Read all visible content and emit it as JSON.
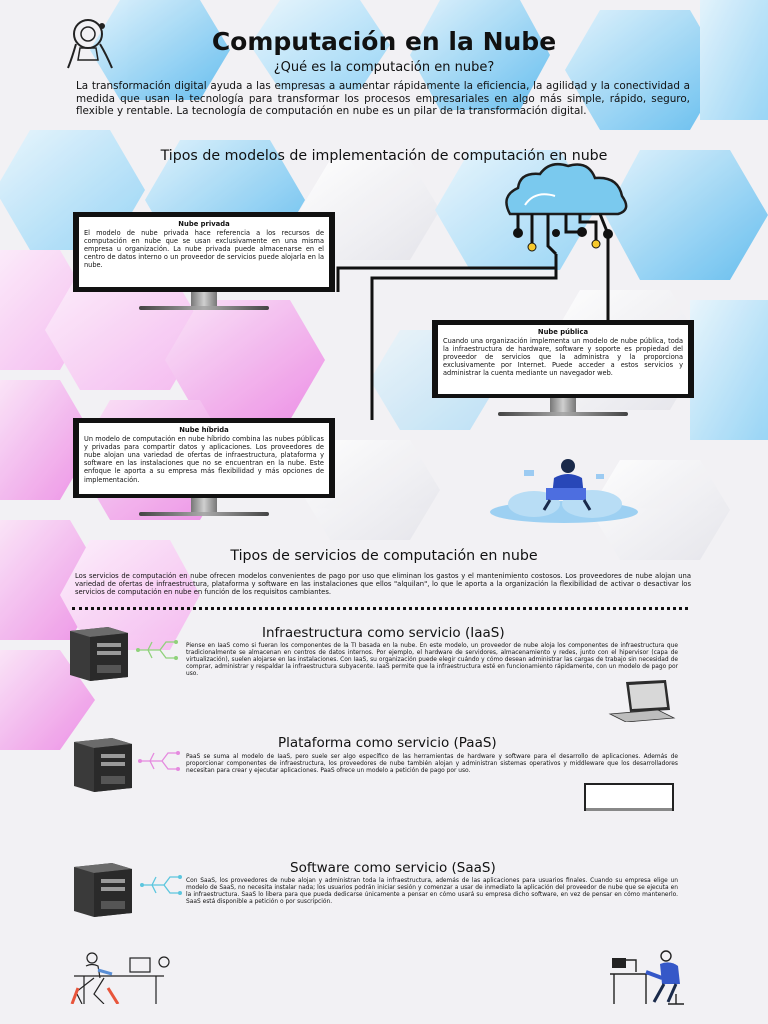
{
  "header": {
    "title": "Computación en la Nube",
    "subtitle": "¿Qué es la computación en nube?",
    "intro": "La transformación digital ayuda a las empresas a aumentar rápidamente la eficiencia, la agilidad y la conectividad a medida que usan la tecnología para transformar los procesos empresariales en algo más simple, rápido, seguro, flexible y rentable. La tecnología de computación en nube es un pilar de la transformación digital."
  },
  "deployment": {
    "heading": "Tipos de modelos de implementación de computación en nube",
    "private": {
      "title": "Nube privada",
      "text": "El modelo de nube privada hace referencia a los recursos de computación en nube que se usan exclusivamente en una misma empresa u organización. La nube privada puede almacenarse en el centro de datos interno o un proveedor de servicios puede alojarla en la nube."
    },
    "public": {
      "title": "Nube pública",
      "text": "Cuando una organización implementa un modelo de nube pública, toda la infraestructura de hardware, software y soporte es propiedad del proveedor de servicios que la administra y la proporciona exclusivamente por Internet. Puede acceder a estos servicios y administrar la cuenta mediante un navegador web."
    },
    "hybrid": {
      "title": "Nube híbrida",
      "text": "Un modelo de computación en nube híbrido combina las nubes públicas y privadas para compartir datos y aplicaciones. Los proveedores de nube alojan una variedad de ofertas de infraestructura, plataforma y software en las instalaciones que no se encuentran en la nube. Este enfoque le aporta a su empresa más flexibilidad y más opciones de implementación."
    }
  },
  "services": {
    "heading": "Tipos de servicios de computación en nube",
    "intro": "Los servicios de computación en nube ofrecen modelos convenientes de pago por uso que eliminan los gastos y el mantenimiento costosos. Los proveedores de nube alojan una variedad de ofertas de infraestructura, plataforma y software en las instalaciones que ellos \"alquilan\", lo que le aporta a la organización la flexibilidad de activar o desactivar los servicios de computación en nube en función de los requisitos cambiantes.",
    "iaas": {
      "title": "Infraestructura como servicio (IaaS)",
      "text": "Piense en IaaS como si fueran los componentes de la TI basada en la nube. En este modelo, un proveedor de nube aloja los componentes de infraestructura que tradicionalmente se almacenan en centros de datos internos. Por ejemplo, el hardware de servidores, almacenamiento y redes, junto con el hipervisor (capa de virtualización), suelen alojarse en las instalaciones. Con IaaS, su organización puede elegir cuándo y cómo desean administrar las cargas de trabajo sin necesidad de comprar, administrar y respaldar la infraestructura subyacente. IaaS permite que la infraestructura esté en funcionamiento rápidamente, con un modelo de pago por uso."
    },
    "paas": {
      "title": "Plataforma como servicio (PaaS)",
      "text": "PaaS se suma al modelo de IaaS, pero suele ser algo específico de las herramientas de hardware y software para el desarrollo de aplicaciones. Además de proporcionar componentes de infraestructura, los proveedores de nube también alojan y administran sistemas operativos y middleware que los desarrolladores necesitan para crear y ejecutar aplicaciones. PaaS ofrece un modelo a petición de pago por uso."
    },
    "saas": {
      "title": "Software como servicio (SaaS)",
      "text": "Con SaaS, los proveedores de nube alojan y administran toda la infraestructura, además de las aplicaciones para usuarios finales. Cuando su empresa elige un modelo de SaaS, no necesita instalar nada; los usuarios podrán iniciar sesión y comenzar a usar de inmediato la aplicación del proveedor de nube que se ejecuta en la infraestructura. SaaS lo libera para que pueda dedicarse únicamente a pensar en cómo usará su empresa dicho software, en vez de pensar en cómo mantenerlo. SaaS está disponible a petición o por suscripción."
    }
  },
  "colors": {
    "blue_hex": "#74c6f2",
    "pink_hex": "#f2a3ec",
    "cloud": "#2b8fb8",
    "line": "#111111"
  },
  "icons": [
    "robot-head-icon",
    "cloud-network-icon",
    "server-tower-icon",
    "circuit-icon",
    "laptop-icon",
    "monitor-icon",
    "person-laptop-icon",
    "person-desk-icon",
    "people-desk-icon"
  ]
}
